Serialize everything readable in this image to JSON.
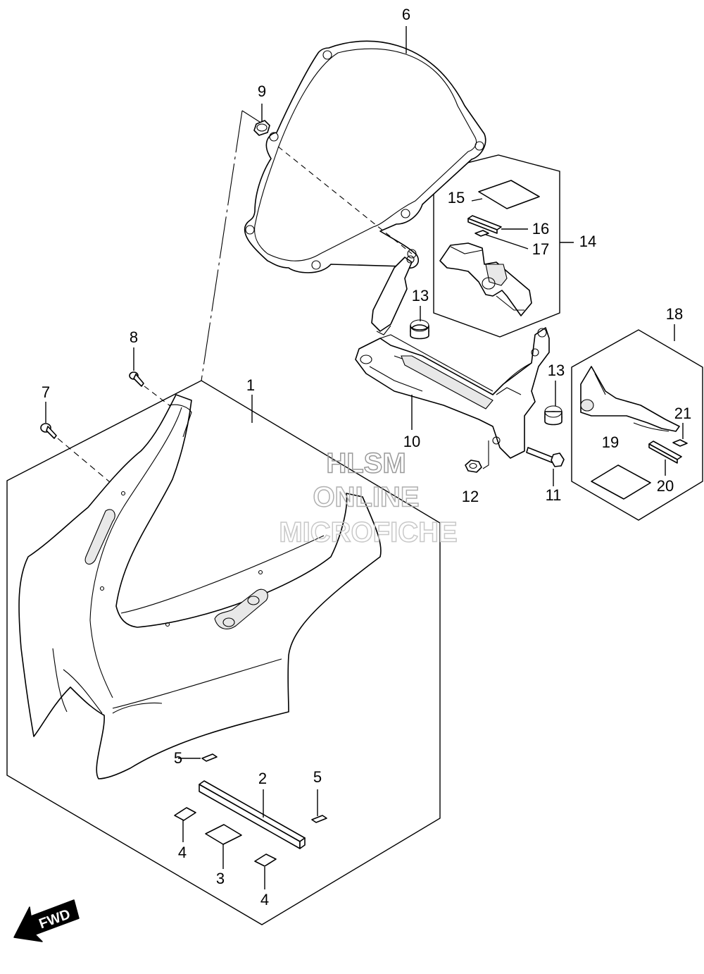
{
  "callouts": {
    "c1": "1",
    "c2": "2",
    "c3": "3",
    "c4a": "4",
    "c4b": "4",
    "c5a": "5",
    "c5b": "5",
    "c6": "6",
    "c7": "7",
    "c8": "8",
    "c9": "9",
    "c10": "10",
    "c11": "11",
    "c12": "12",
    "c13a": "13",
    "c13b": "13",
    "c14": "14",
    "c15": "15",
    "c16": "16",
    "c17": "17",
    "c18": "18",
    "c19": "19",
    "c20": "20",
    "c21": "21"
  },
  "watermark": {
    "line1": "HLSM",
    "line2": "ONLINE",
    "line3": "MICROFICHE"
  },
  "direction_badge": "FWD"
}
